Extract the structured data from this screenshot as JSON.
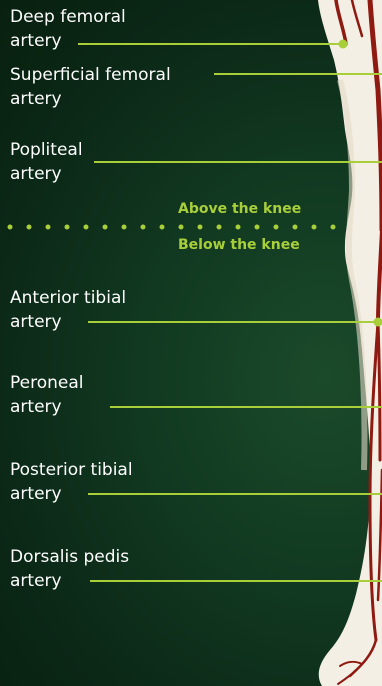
{
  "labels": {
    "deep_femoral": [
      "Deep femoral",
      "artery"
    ],
    "superficial_femoral": [
      "Superficial femoral",
      "artery"
    ],
    "popliteal": [
      "Popliteal",
      "artery"
    ],
    "anterior_tibial": [
      "Anterior tibial",
      "artery"
    ],
    "peroneal": [
      "Peroneal",
      "artery"
    ],
    "posterior_tibial": [
      "Posterior tibial",
      "artery"
    ],
    "dorsalis_pedis": [
      "Dorsalis pedis",
      "artery"
    ]
  },
  "knee": {
    "above": "Above the knee",
    "below": "Below the knee"
  },
  "colors": {
    "background": "#0b2716",
    "accent": "#a8cf3a",
    "artery": "#8e1a12",
    "leg": "#f4efe4",
    "text": "#ffffff"
  }
}
